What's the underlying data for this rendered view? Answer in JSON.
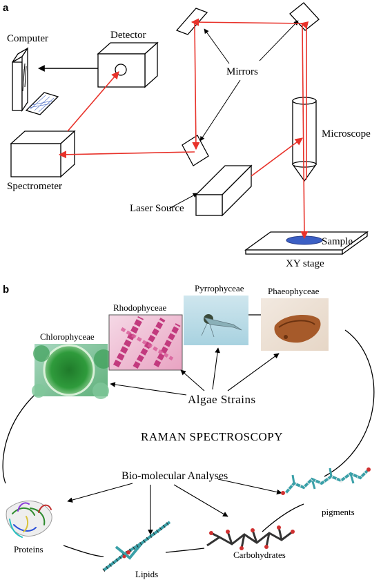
{
  "panel_a": {
    "letter": "a",
    "labels": {
      "computer": "Computer",
      "detector": "Detector",
      "mirrors": "Mirrors",
      "microscope": "Microscope",
      "spectrometer": "Spectrometer",
      "laser_source": "Laser Source",
      "sample": "Sample",
      "xy_stage": "XY stage"
    },
    "colors": {
      "beam": "#e8322a",
      "sample": "#3b5fc4",
      "line": "#000000"
    }
  },
  "panel_b": {
    "letter": "b",
    "title": "RAMAN SPECTROSCOPY",
    "algae_label": "Algae Strains",
    "analyses_label": "Bio-molecular Analyses",
    "algae": [
      "Chlorophyceae",
      "Rhodophyceae",
      "Pyrrophyceae",
      "Phaeophyceae"
    ],
    "molecules": [
      "Proteins",
      "Lipids",
      "Carbohydrates",
      "pigments"
    ]
  }
}
